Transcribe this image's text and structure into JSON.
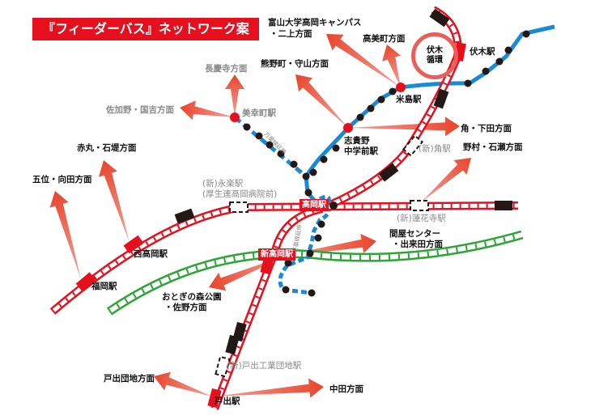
{
  "title": "『フィーダーバス』ネットワーク案",
  "loop": {
    "line1": "伏木",
    "line2": "循環"
  },
  "stations": {
    "takaoka": "高岡駅",
    "shin_takaoka": "新高岡駅",
    "fushiki": "伏木駅",
    "yonejima": "米島駅",
    "shikino_1": "志貴野",
    "shikino_2": "中学前駅",
    "miyuki": "美幸町駅",
    "nishi_takaoka": "西高岡駅",
    "fukuoka": "福岡駅",
    "toide": "戸出駅",
    "new_tsuno": "(新)角駅",
    "new_eiraku_1": "(新)永楽駅",
    "new_eiraku_2": "(厚生連高岡病院前)",
    "new_rengeji": "(新)蓮花寺駅",
    "new_toide_kogyo": "(新)戸出工業団地駅"
  },
  "line_labels": {
    "manyo_ext_1": "万葉線延伸",
    "manyo_ext_2": "万葉線延伸"
  },
  "directions": {
    "toyama_univ_1": "富山大学高岡キャンパス",
    "toyama_univ_2": "・二上方面",
    "takami": "高美町方面",
    "kumano": "熊野町・守山方面",
    "chokeiji": "長慶寺方面",
    "sakano": "佐加野・国吉方面",
    "tsuno_shimoda": "角・下田方面",
    "nomura": "野村・石瀬方面",
    "akamaru": "赤丸・石堤方面",
    "goi": "五位・向田方面",
    "toiya_1": "間屋センター",
    "toiya_2": "・出来田方面",
    "otogi_1": "おとぎの森公園",
    "otogi_2": "・佐野方面",
    "toide_danchi": "戸出団地方面",
    "nakada": "中田方面"
  },
  "colors": {
    "jr": "#e60f1e",
    "green": "#2ca535",
    "blue": "#1a8ad4",
    "arrow": "#e8452c",
    "block": "#231815"
  }
}
